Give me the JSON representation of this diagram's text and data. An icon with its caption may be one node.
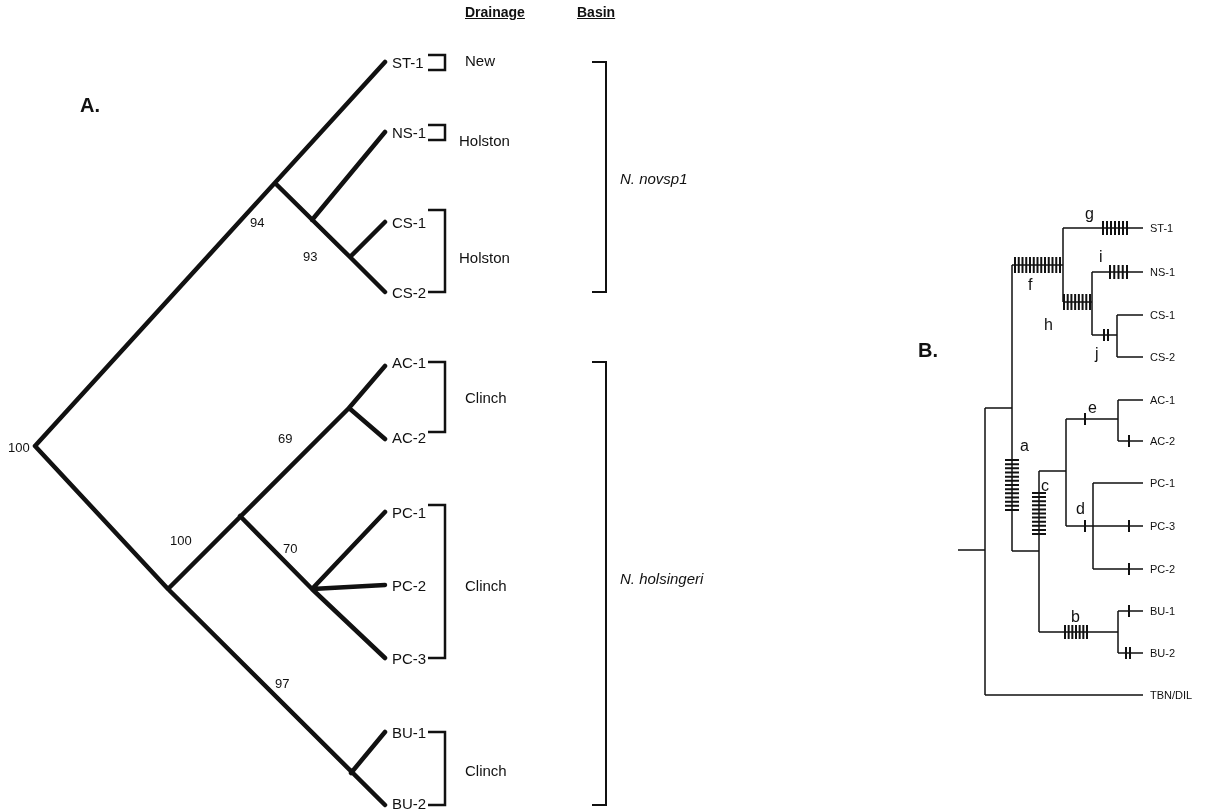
{
  "diagram": {
    "labels": [
      "Drainage",
      "Basin",
      "ST-1",
      "New",
      "A.",
      "NS-1",
      "Holston",
      "N. novsp1",
      "94",
      "CS-1",
      "93",
      "Holston",
      "CS-2",
      "AC-1",
      "Clinch",
      "69",
      "AC-2",
      "100",
      "PC-1",
      "100",
      "70",
      "N. holsingeri",
      "PC-2",
      "Clinch",
      "PC-3",
      "97",
      "BU-1",
      "Clinch",
      "BU-2",
      "g",
      "ST-1",
      "f",
      "i",
      "NS-1",
      "h",
      "CS-1",
      "j",
      "CS-2",
      "B.",
      "e",
      "AC-1",
      "a",
      "AC-2",
      "c",
      "PC-1",
      "d",
      "PC-3",
      "PC-2",
      "b",
      "BU-1",
      "BU-2",
      "TBN/DIL"
    ]
  }
}
